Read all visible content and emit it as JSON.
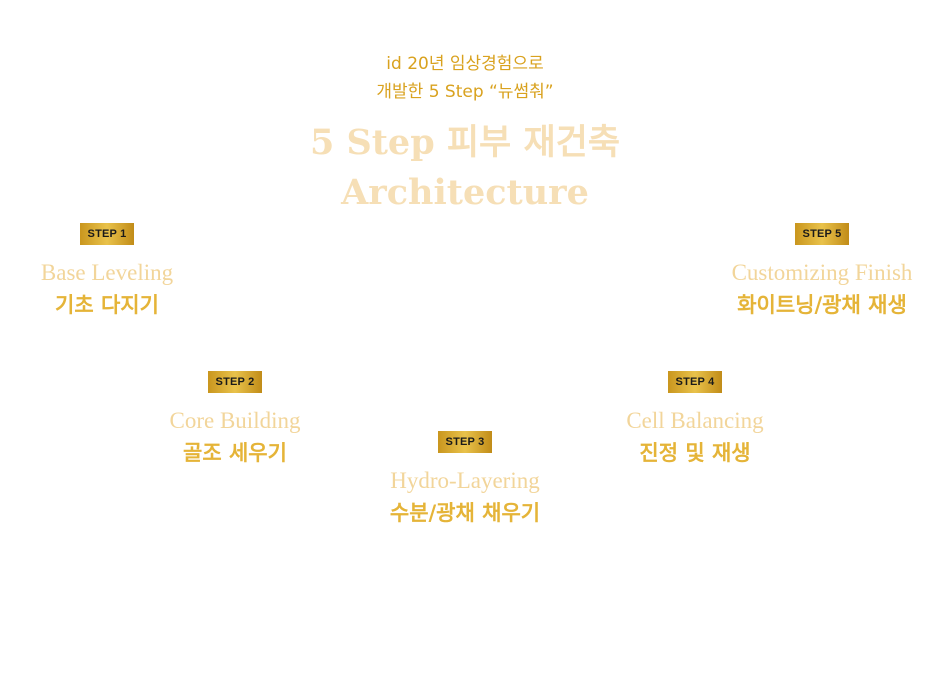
{
  "intro": {
    "line1": "id 20년 임상경험으로",
    "line2": "개발한 5 Step “뉴썸춰”"
  },
  "headline": {
    "line1": "5 Step 피부 재건축",
    "line2": "Architecture"
  },
  "steps": [
    {
      "badge": "STEP 1",
      "title_en": "Base Leveling",
      "title_ko": "기초 다지기"
    },
    {
      "badge": "STEP 2",
      "title_en": "Core Building",
      "title_ko": "골조 세우기"
    },
    {
      "badge": "STEP 3",
      "title_en": "Hydro-Layering",
      "title_ko": "수분/광채 채우기"
    },
    {
      "badge": "STEP 4",
      "title_en": "Cell Balancing",
      "title_ko": "진정 및 재생"
    },
    {
      "badge": "STEP 5",
      "title_en": "Customizing Finish",
      "title_ko": "화이트닝/광채 재생"
    }
  ],
  "colors": {
    "intro_text": "#d9a21f",
    "headline_text": "#f6dfb6",
    "badge_gold": "#d4a62e",
    "step_en_text": "#f2d59a",
    "step_ko_text": "#e5b438"
  }
}
